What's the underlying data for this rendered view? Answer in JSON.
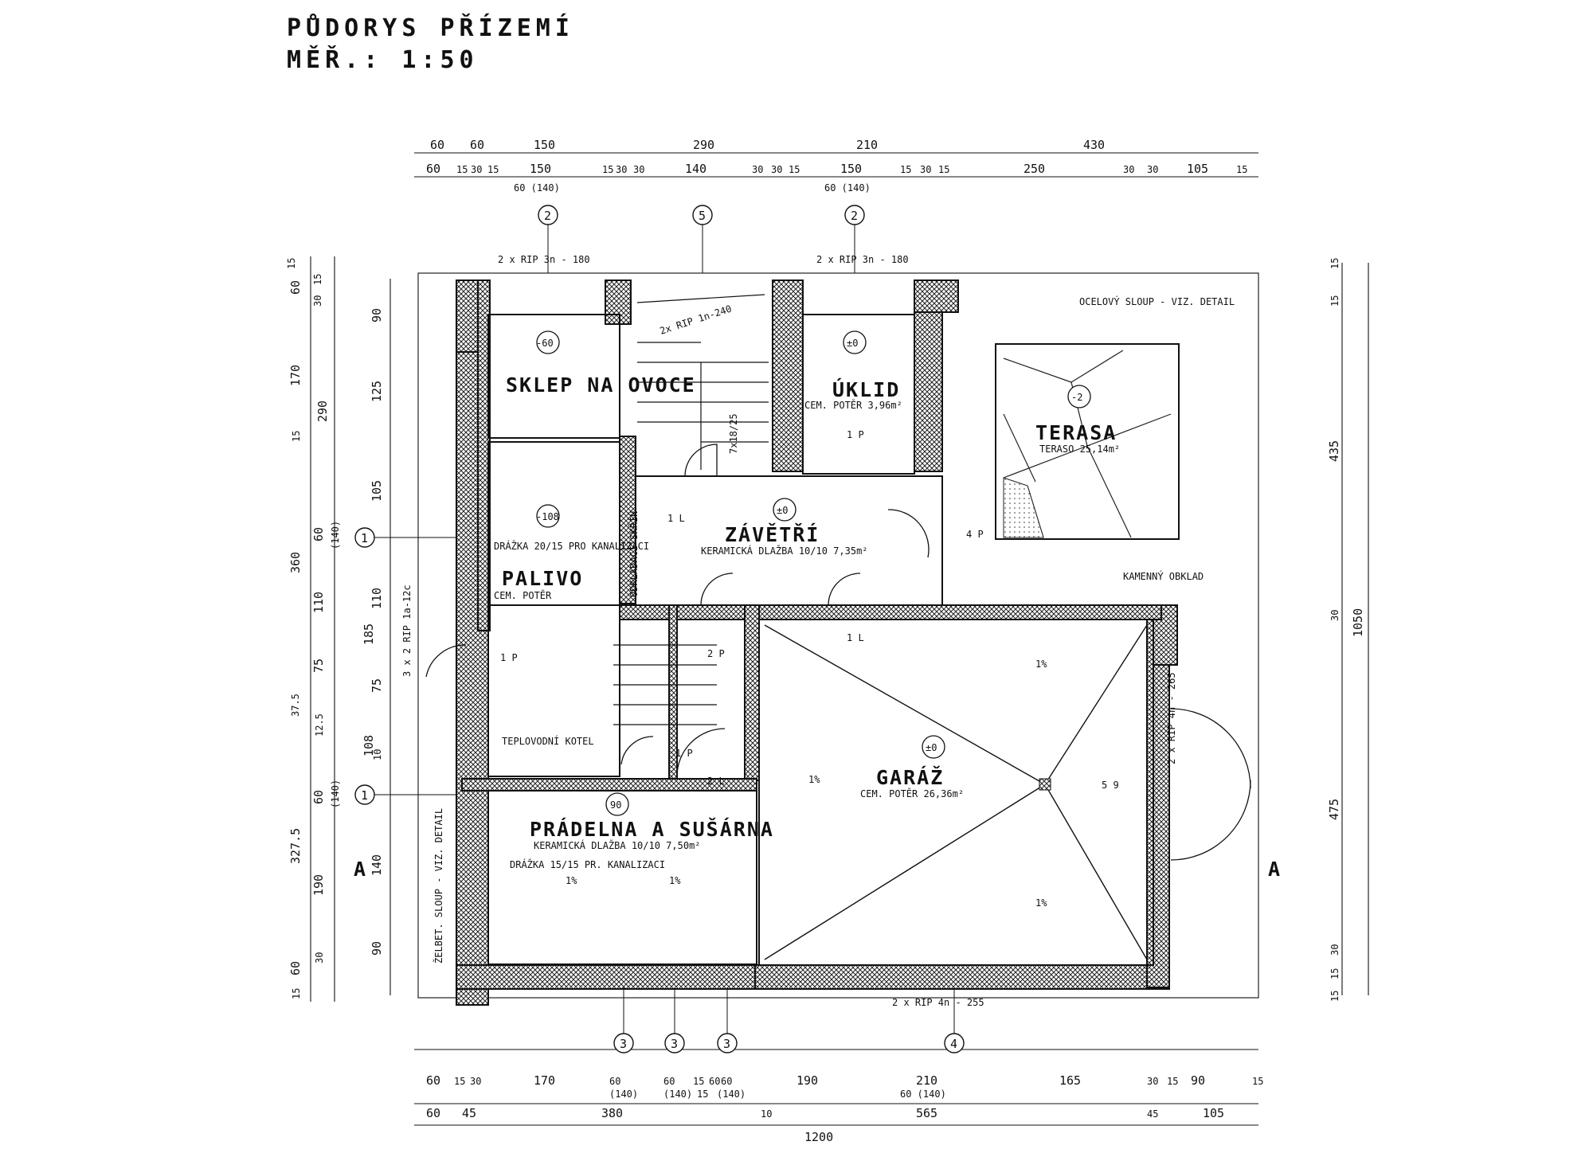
{
  "header": {
    "title": "PŮDORYS  PŘÍZEMÍ",
    "scale": "MĚŘ.: 1:50"
  },
  "dims_top_1": [
    "60",
    "60",
    "150",
    "290",
    "210",
    "430"
  ],
  "dims_top_2": [
    "60",
    "15",
    "30",
    "15",
    "150",
    "15",
    "30",
    "30",
    "140",
    "30",
    "30",
    "15",
    "150",
    "15",
    "30",
    "15",
    "250",
    "30",
    "30",
    "105",
    "15"
  ],
  "dims_top_sub": [
    "60 (140)",
    "60 (140)"
  ],
  "dims_bottom_1": [
    "60",
    "15",
    "30",
    "170",
    "60",
    "(140)",
    "60",
    "15",
    "60",
    "(140)",
    "15",
    "60",
    "(140)",
    "190",
    "210",
    "60 (140)",
    "165",
    "30",
    "15",
    "90",
    "15"
  ],
  "dims_bottom_2": [
    "60",
    "45",
    "380",
    "10",
    "565",
    "45",
    "105"
  ],
  "dims_bottom_total": "1200",
  "dims_left_outer": [
    "15",
    "60",
    "15",
    "30",
    "170",
    "15",
    "290",
    "360",
    "60",
    "(140)",
    "110",
    "185",
    "75",
    "37.5",
    "12.5",
    "108",
    "60",
    "(140)",
    "327.5",
    "190",
    "60",
    "15",
    "30"
  ],
  "dims_left_inner": [
    "90",
    "125",
    "105",
    "110",
    "75",
    "10",
    "140",
    "90"
  ],
  "dims_right": [
    "15",
    "15",
    "435",
    "1050",
    "30",
    "475",
    "15",
    "30",
    "15"
  ],
  "window_labels": {
    "top_left": "2 x RIP 3n - 180",
    "top_right": "2 x RIP 3n - 180",
    "bottom": "2 x RIP 4n - 255",
    "left": "3 x 2 RIP 1a-12c",
    "right": "2 x RIP 4n - 265",
    "stair_window": "2x RIP 1n-240"
  },
  "axis_markers": [
    "2",
    "5",
    "2",
    "1",
    "1",
    "3",
    "3",
    "3",
    "4"
  ],
  "section_markers": [
    "A",
    "A"
  ],
  "rooms": [
    {
      "name": "SKLEP\nNA\nOVOCE",
      "level": "-60",
      "finish": ""
    },
    {
      "name": "ÚKLID",
      "level": "±0",
      "finish": "CEM. POTĚR 3,96m²"
    },
    {
      "name": "TERASA",
      "level": "-2",
      "finish": "TERASO 25,14m²"
    },
    {
      "name": "PALIVO",
      "level": "-108",
      "finish": "CEM. POTĚR"
    },
    {
      "name": "ZÁVĚTŘÍ",
      "level": "±0",
      "finish": "KERAMICKÁ DLAŽBA 10/10 7,35m²"
    },
    {
      "name": "GARÁŽ",
      "level": "±0",
      "finish": "CEM. POTĚR 26,36m²"
    },
    {
      "name": "PRÁDELNA A SUŠÁRNA",
      "level": "90",
      "finish": "KERAMICKÁ DLAŽBA 10/10 7,50m²"
    }
  ],
  "notes": {
    "steel_column": "OCELOVÝ SLOUP - VIZ. DETAIL",
    "stone_cladding": "KAMENNÝ OBKLAD",
    "concrete_column": "ŽELBET. SLOUP - VIZ. DETAIL",
    "groove1": "DRÁŽKA 20/15 PRO KANALIZACI",
    "groove2": "DRÁŽKA 15/15 PR. KANALIZACI",
    "boiler": "TEPLOVODNÍ KOTEL",
    "storage": "ODKLÁDACÍ SKŘÍŇ",
    "stair_count": "7x18/25"
  },
  "door_tags": [
    "1 L",
    "1 P",
    "1 P",
    "1 L",
    "2 P",
    "2 L",
    "1 P",
    "4 P",
    "5 9"
  ],
  "slopes": [
    "1%",
    "1%",
    "1%",
    "1%",
    "1%"
  ]
}
